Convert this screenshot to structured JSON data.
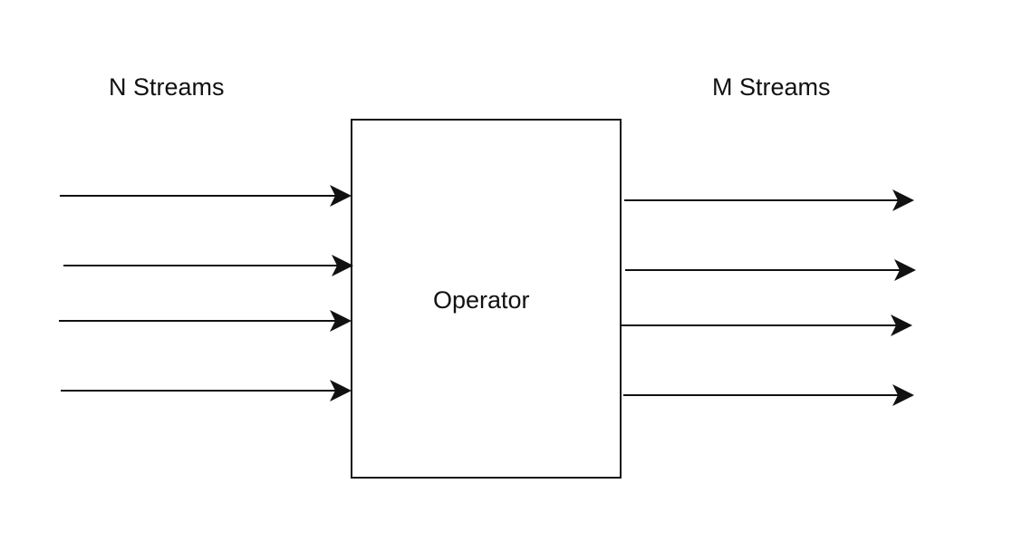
{
  "diagram": {
    "left_label": "N Streams",
    "right_label": "M Streams",
    "node_label": "Operator",
    "stroke_color": "#111111",
    "background_color": "#ffffff"
  }
}
